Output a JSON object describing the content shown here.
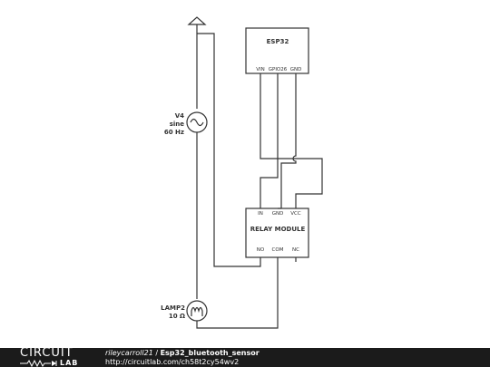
{
  "components": {
    "esp32": {
      "title": "ESP32",
      "pins": [
        "VIN",
        "GPIO26",
        "GND"
      ]
    },
    "relay": {
      "title": "RELAY MODULE",
      "top_pins": [
        "IN",
        "GND",
        "VCC"
      ],
      "bottom_pins": [
        "NO",
        "COM",
        "NC"
      ]
    },
    "source": {
      "name": "V4",
      "type": "sine",
      "freq": "60 Hz"
    },
    "lamp": {
      "name": "LAMP2",
      "value": "10 Ω"
    }
  },
  "footer": {
    "logo_top": "CIRCUIT",
    "logo_bottom": "LAB",
    "user": "rileycarroll21",
    "separator": " / ",
    "title": "Esp32_bluetooth_sensor",
    "url": "http://circuitlab.com/ch58t2cy54wv2"
  },
  "colors": {
    "wire": "#333333",
    "footer_bg": "#1b1b1b"
  }
}
